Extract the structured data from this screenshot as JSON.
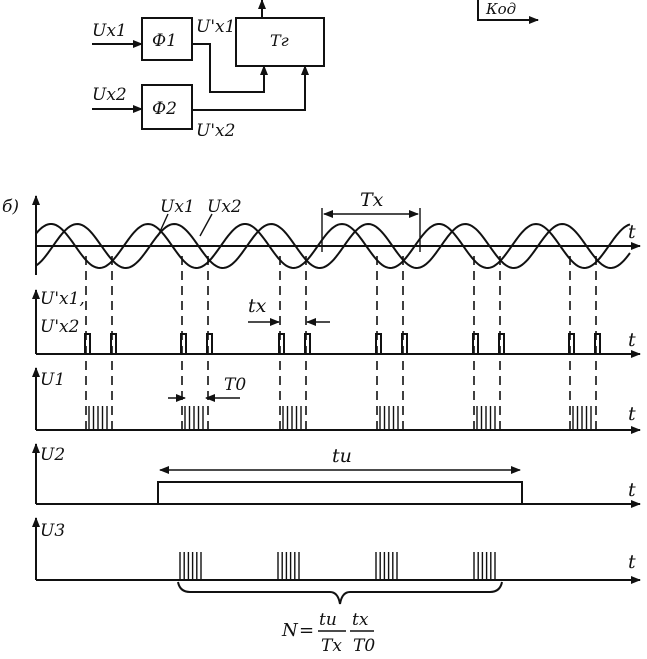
{
  "block_diagram": {
    "input1": "Ux1",
    "input2": "Ux2",
    "shaper1": "Ф1",
    "shaper2": "Ф2",
    "out1": "U'x1",
    "out2": "U'x2",
    "trigger": "Тг",
    "code": "Код"
  },
  "timing": {
    "panel_label": "б)",
    "t": "t",
    "sine1": "Ux1",
    "sine2": "Ux2",
    "period": "Tx",
    "pulses_label_a": "U'x1,",
    "pulses_label_b": "U'x2",
    "delay": "tx",
    "u1": "U1",
    "t0": "T0",
    "u2": "U2",
    "gate": "tи",
    "u3": "U3",
    "formula_n": "N",
    "formula_eq": "=",
    "formula_num1": "tи",
    "formula_den1": "Tx",
    "formula_num2": "tx",
    "formula_den2": "T0"
  }
}
